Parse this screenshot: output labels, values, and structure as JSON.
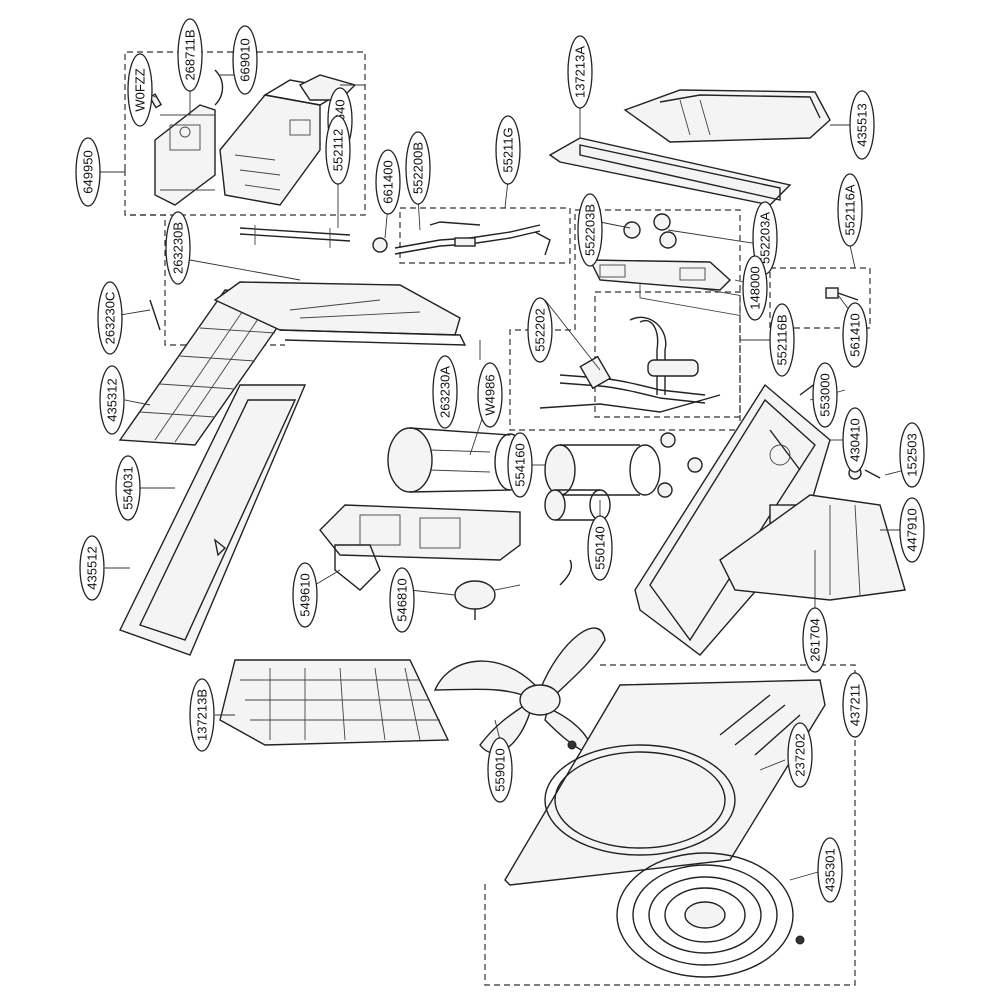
{
  "parts": [
    {
      "id": "w0fzz",
      "label": "W0FZZ"
    },
    {
      "id": "268711b",
      "label": "268711B"
    },
    {
      "id": "669010",
      "label": "669010"
    },
    {
      "id": "w6640",
      "label": "W6640"
    },
    {
      "id": "649950",
      "label": "649950"
    },
    {
      "id": "552112",
      "label": "552112"
    },
    {
      "id": "661400",
      "label": "661400"
    },
    {
      "id": "552200b",
      "label": "552200B"
    },
    {
      "id": "55211g",
      "label": "55211G"
    },
    {
      "id": "137213a",
      "label": "137213A"
    },
    {
      "id": "435513",
      "label": "435513"
    },
    {
      "id": "552203b",
      "label": "552203B"
    },
    {
      "id": "552203a",
      "label": "552203A"
    },
    {
      "id": "552116a",
      "label": "552116A"
    },
    {
      "id": "263230b",
      "label": "263230B"
    },
    {
      "id": "148000",
      "label": "148000"
    },
    {
      "id": "263230c",
      "label": "263230C"
    },
    {
      "id": "552202",
      "label": "552202"
    },
    {
      "id": "552116b",
      "label": "552116B"
    },
    {
      "id": "561410",
      "label": "561410"
    },
    {
      "id": "263230a",
      "label": "263230A"
    },
    {
      "id": "w4986",
      "label": "W4986"
    },
    {
      "id": "435312",
      "label": "435312"
    },
    {
      "id": "553000",
      "label": "553000"
    },
    {
      "id": "430410",
      "label": "430410"
    },
    {
      "id": "152503",
      "label": "152503"
    },
    {
      "id": "554031",
      "label": "554031"
    },
    {
      "id": "554160",
      "label": "554160"
    },
    {
      "id": "447910",
      "label": "447910"
    },
    {
      "id": "550140",
      "label": "550140"
    },
    {
      "id": "435512",
      "label": "435512"
    },
    {
      "id": "549610",
      "label": "549610"
    },
    {
      "id": "546810",
      "label": "546810"
    },
    {
      "id": "261704",
      "label": "261704"
    },
    {
      "id": "437211",
      "label": "437211"
    },
    {
      "id": "137213b",
      "label": "137213B"
    },
    {
      "id": "559010",
      "label": "559010"
    },
    {
      "id": "237202",
      "label": "237202"
    },
    {
      "id": "435301",
      "label": "435301"
    }
  ],
  "colors": {
    "line": "#222222",
    "background": "#ffffff"
  }
}
